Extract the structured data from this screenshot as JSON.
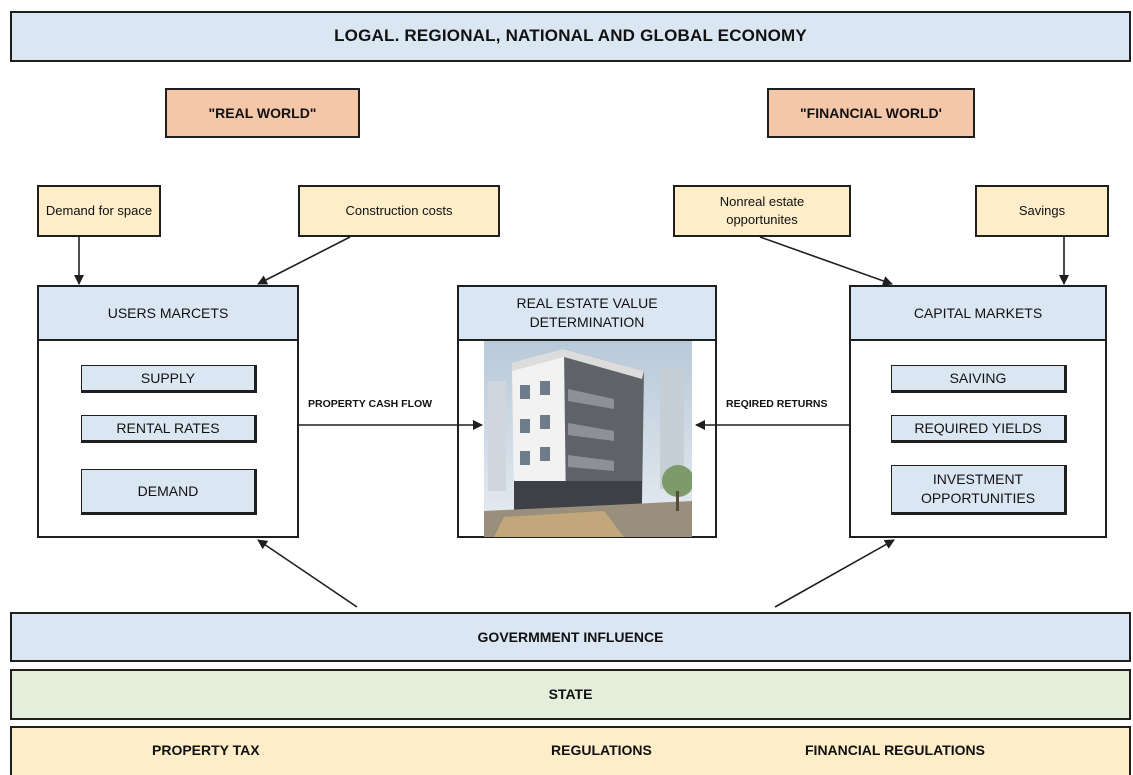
{
  "economy_banner": "LOGAL. REGIONAL, NATIONAL AND GLOBAL ECONOMY",
  "real_world": "\"REAL WORLD\"",
  "financial_world": "\"FINANCIAL WORLD'",
  "inputs": {
    "demand_for_space": "Demand for space",
    "construction_costs": "Construction costs",
    "nonreal_estate": "Nonreal estate opportunites",
    "savings": "Savings"
  },
  "users_markets": {
    "title": "USERS MARCETS",
    "items": [
      "SUPPLY",
      "RENTAL RATES",
      "DEMAND"
    ]
  },
  "value_determination": {
    "title": "REAL ESTATE VALUE DETERMINATION"
  },
  "capital_markets": {
    "title": "CAPITAL MARKETS",
    "items": [
      "SAIVING",
      "REQUIRED YIELDS",
      "INVESTMENT OPPORTUNITIES"
    ]
  },
  "flows": {
    "property_cash_flow": "PROPERTY CASH FLOW",
    "required_returns": "REQIRED RETURNS"
  },
  "government_influence": "GOVERMMENT INFLUENCE",
  "state": "STATE",
  "regulations_row": {
    "property_tax": "PROPERTY TAX",
    "regulations": "REGULATIONS",
    "financial_regulations": "FINANCIAL REGULATIONS"
  },
  "colors": {
    "blue": "#dbe6f3",
    "orange": "#f4c7a8",
    "cream": "#fdedc9",
    "green": "#e3eedb"
  }
}
